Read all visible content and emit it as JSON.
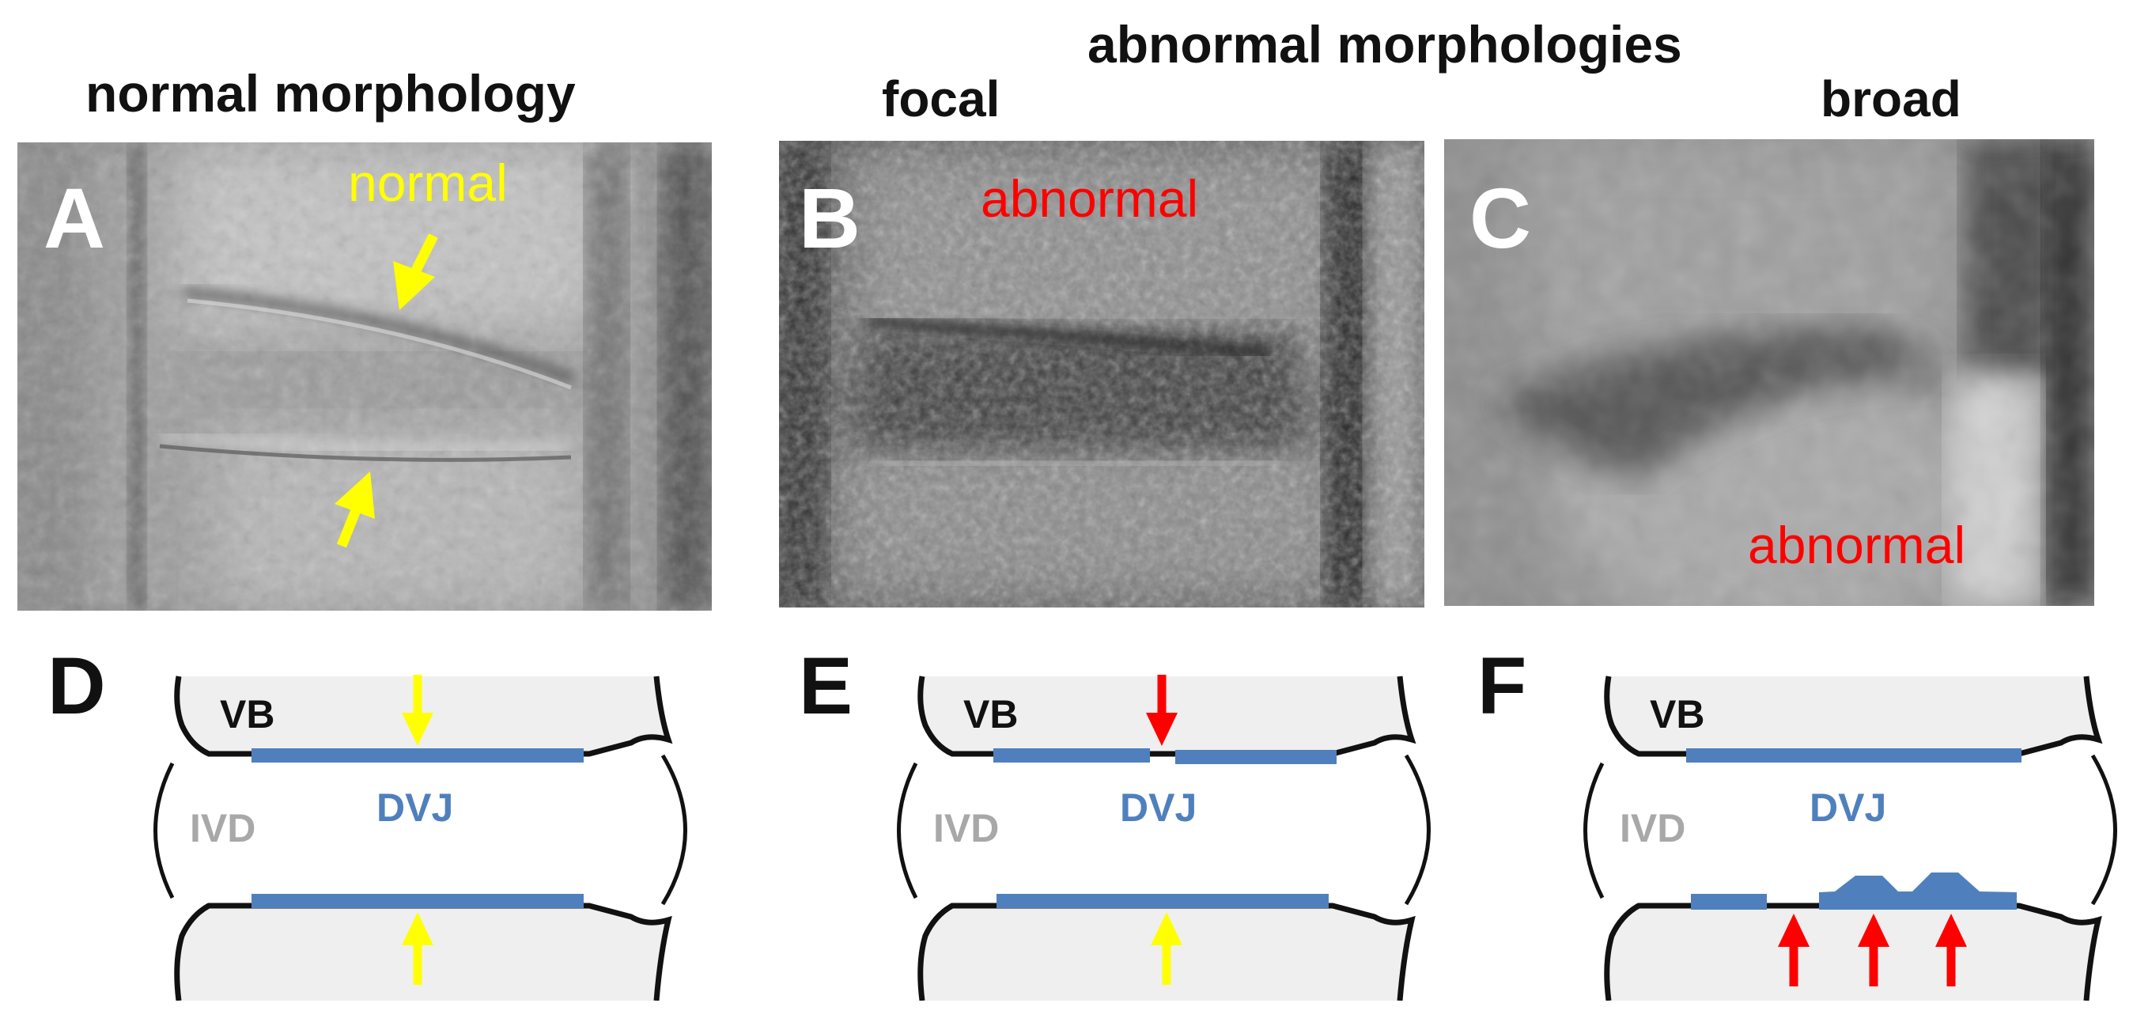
{
  "titles": {
    "normal": "normal morphology",
    "abnormal": "abnormal morphologies",
    "focal": "focal",
    "broad": "broad"
  },
  "panels": {
    "a": {
      "label": "A",
      "annotation": "normal"
    },
    "b": {
      "label": "B",
      "annotation": "abnormal"
    },
    "c": {
      "label": "C",
      "annotation": "abnormal"
    }
  },
  "diagrams": {
    "d": {
      "label": "D",
      "vb": "VB",
      "ivd": "IVD",
      "dvj": "DVJ"
    },
    "e": {
      "label": "E",
      "vb": "VB",
      "ivd": "IVD",
      "dvj": "DVJ"
    },
    "f": {
      "label": "F",
      "vb": "VB",
      "ivd": "IVD",
      "dvj": "DVJ"
    }
  },
  "colors": {
    "normal_arrow": "#ffff00",
    "abnormal_arrow": "#ff0000",
    "dvj": "#4f80bd",
    "ivd_text": "#a8a8a8",
    "vb_fill": "#efefef"
  }
}
